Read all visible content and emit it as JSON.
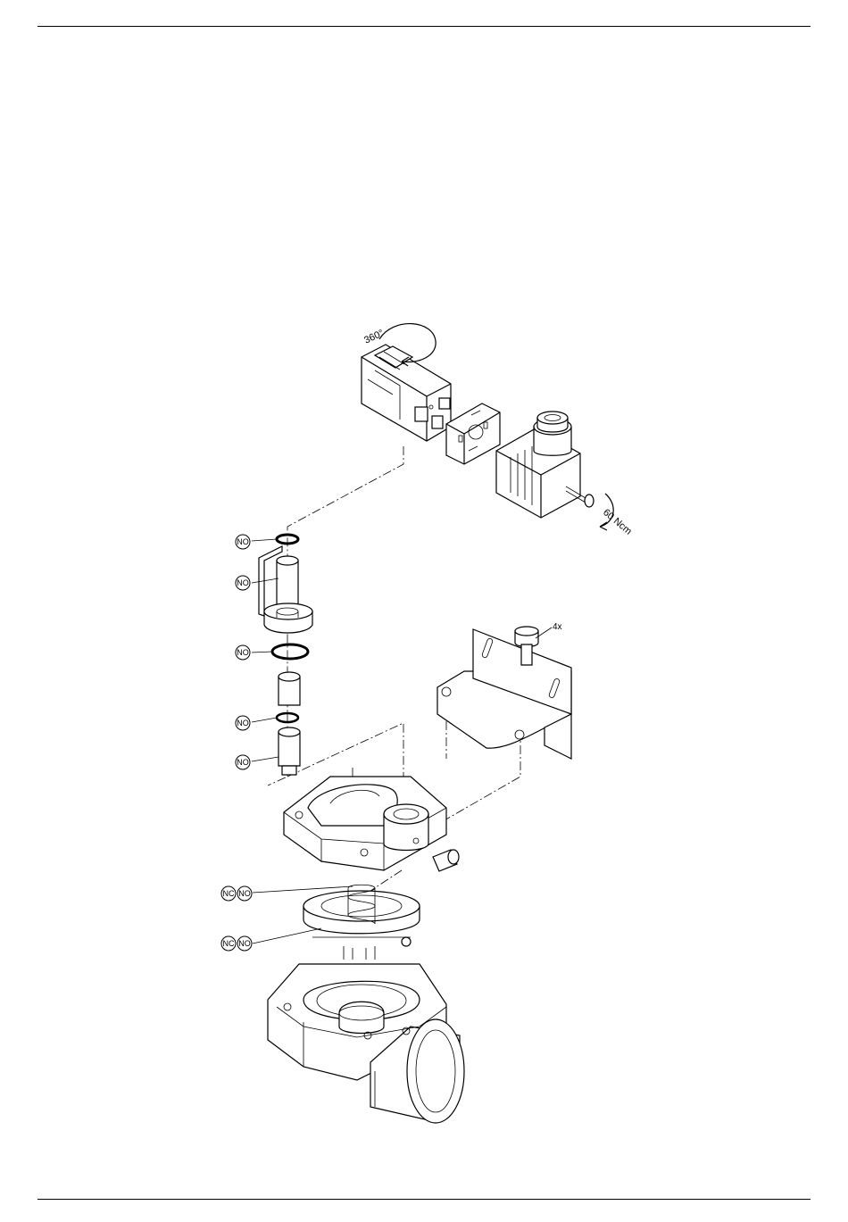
{
  "drawing": {
    "rotation_label": "360°",
    "torque_label": "60 Ncm",
    "quantity_label": "4x",
    "badges": {
      "no": "NO",
      "nc": "NC"
    }
  },
  "colors": {
    "line": "#000000",
    "background": "#ffffff"
  }
}
